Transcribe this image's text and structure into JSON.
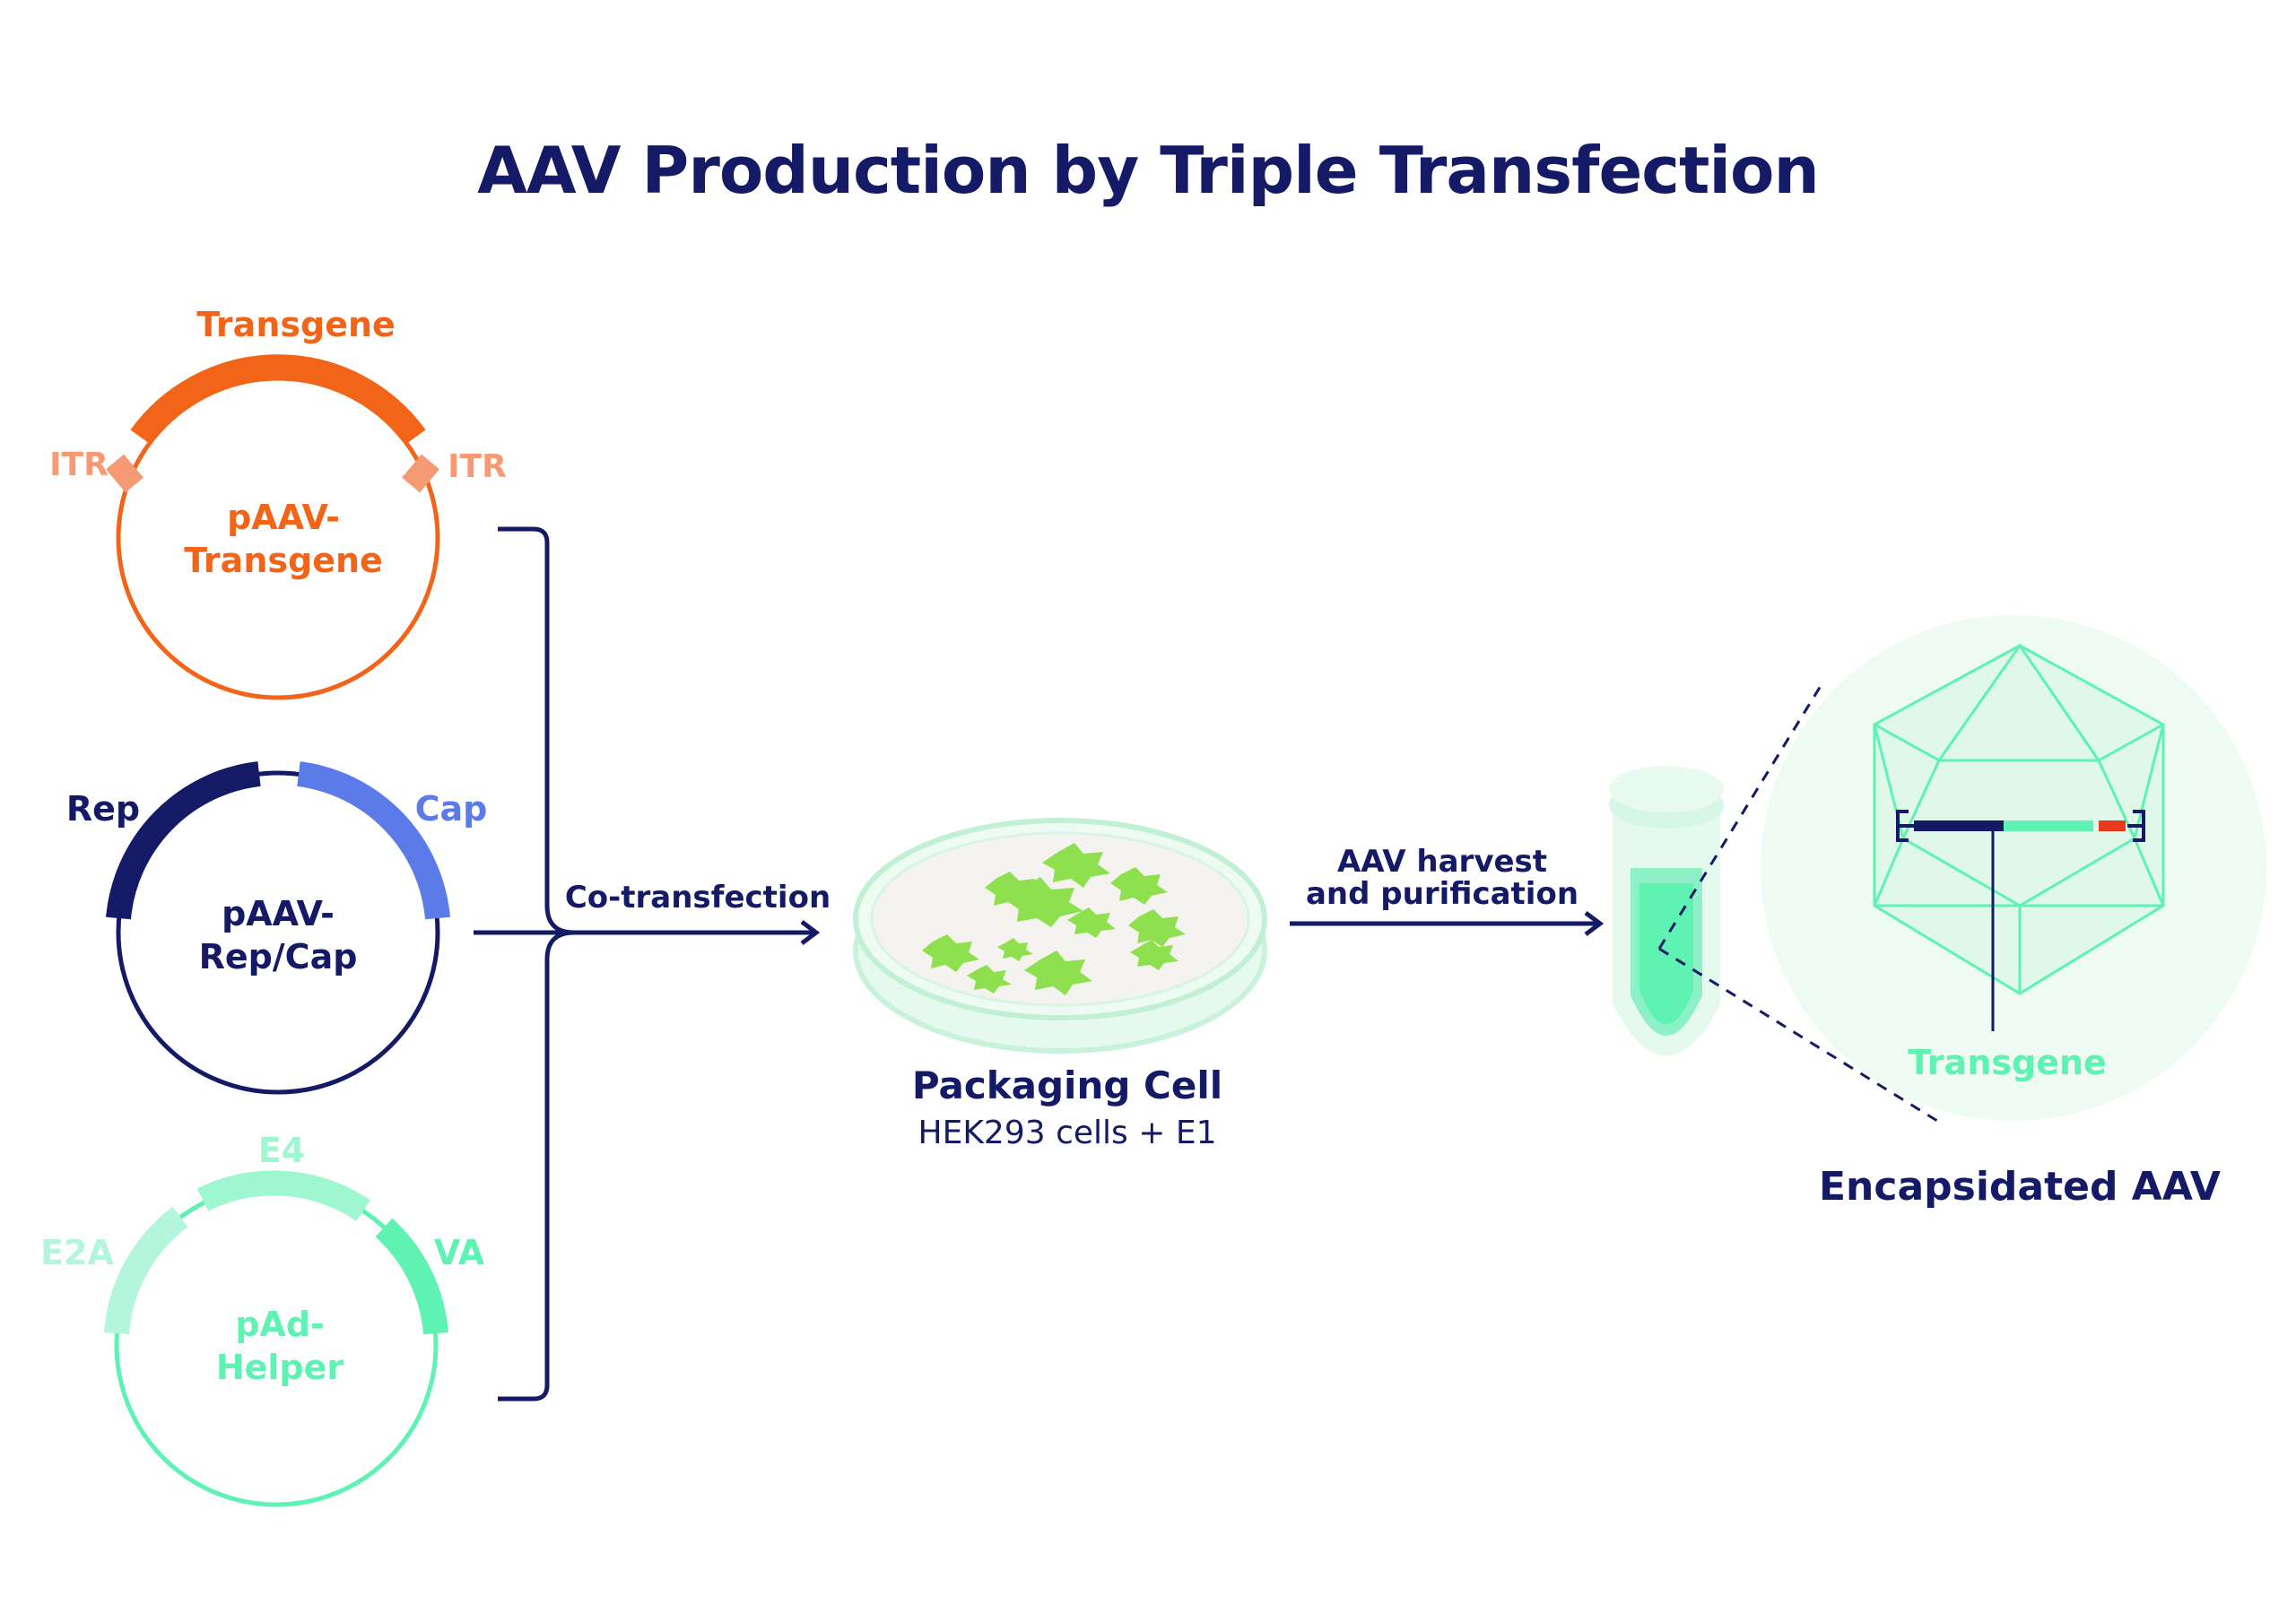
{
  "title": "AAV Production by Triple Transfection",
  "colors": {
    "navy": "#141a66",
    "orange": "#f26519",
    "orange_light": "#f59a73",
    "blue": "#5b7be8",
    "mint": "#5ef2b3",
    "mint_light": "#9ff7d0",
    "mint_pale": "#b3f5dd",
    "cell_green": "#8fe04f",
    "red": "#e8391d"
  },
  "plasmids": {
    "transgene": {
      "name_line1": "pAAV-",
      "name_line2": "Transgene",
      "gene": "Transgene",
      "itr_left": "ITR",
      "itr_right": "ITR"
    },
    "repcap": {
      "name_line1": "pAAV-",
      "name_line2": "Rep/Cap",
      "rep": "Rep",
      "cap": "Cap"
    },
    "helper": {
      "name_line1": "pAd-",
      "name_line2": "Helper",
      "e4": "E4",
      "e2a": "E2A",
      "va": "VA"
    }
  },
  "steps": {
    "cotransfection": "Co-transfection",
    "harvest_line1": "AAV harvest",
    "harvest_line2": "and purification"
  },
  "packaging": {
    "title": "Packaging Cell",
    "subtitle": "HEK293 cells + E1"
  },
  "aav": {
    "transgene_label": "Transgene",
    "caption": "Encapsidated AAV"
  }
}
